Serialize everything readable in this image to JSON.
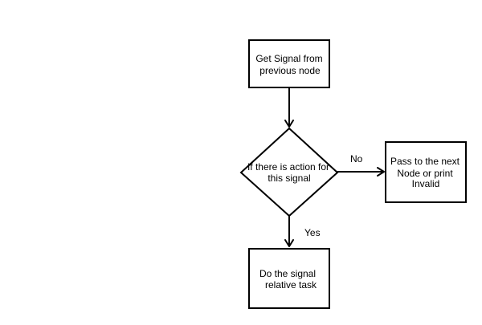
{
  "nodes": {
    "get_signal": {
      "lines": [
        "Get Signal from",
        "previous node"
      ]
    },
    "decision": {
      "lines": [
        "If there is action for",
        "this signal"
      ]
    },
    "pass_next": {
      "lines": [
        "Pass to the next",
        "Node or print",
        "Invalid"
      ]
    },
    "do_task": {
      "lines": [
        "Do the signal",
        "relative task"
      ]
    }
  },
  "edges": {
    "no_label": "No",
    "yes_label": "Yes"
  },
  "colors": {
    "stroke": "#000000",
    "fill": "#ffffff",
    "text": "#000000"
  }
}
